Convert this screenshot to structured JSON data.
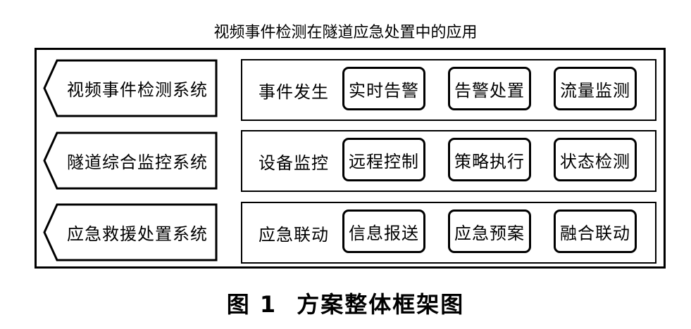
{
  "title": "视频事件检测在隧道应急处置中的应用",
  "rows": [
    {
      "system": "视频事件检测系统",
      "stage": "事件发生",
      "functions": [
        "实时告警",
        "告警处置",
        "流量监测"
      ]
    },
    {
      "system": "隧道综合监控系统",
      "stage": "设备监控",
      "functions": [
        "远程控制",
        "策略执行",
        "状态检测"
      ]
    },
    {
      "system": "应急救援处置系统",
      "stage": "应急联动",
      "functions": [
        "信息报送",
        "应急预案",
        "融合联动"
      ]
    }
  ],
  "caption": {
    "number": "图 1",
    "text": "方案整体框架图"
  }
}
